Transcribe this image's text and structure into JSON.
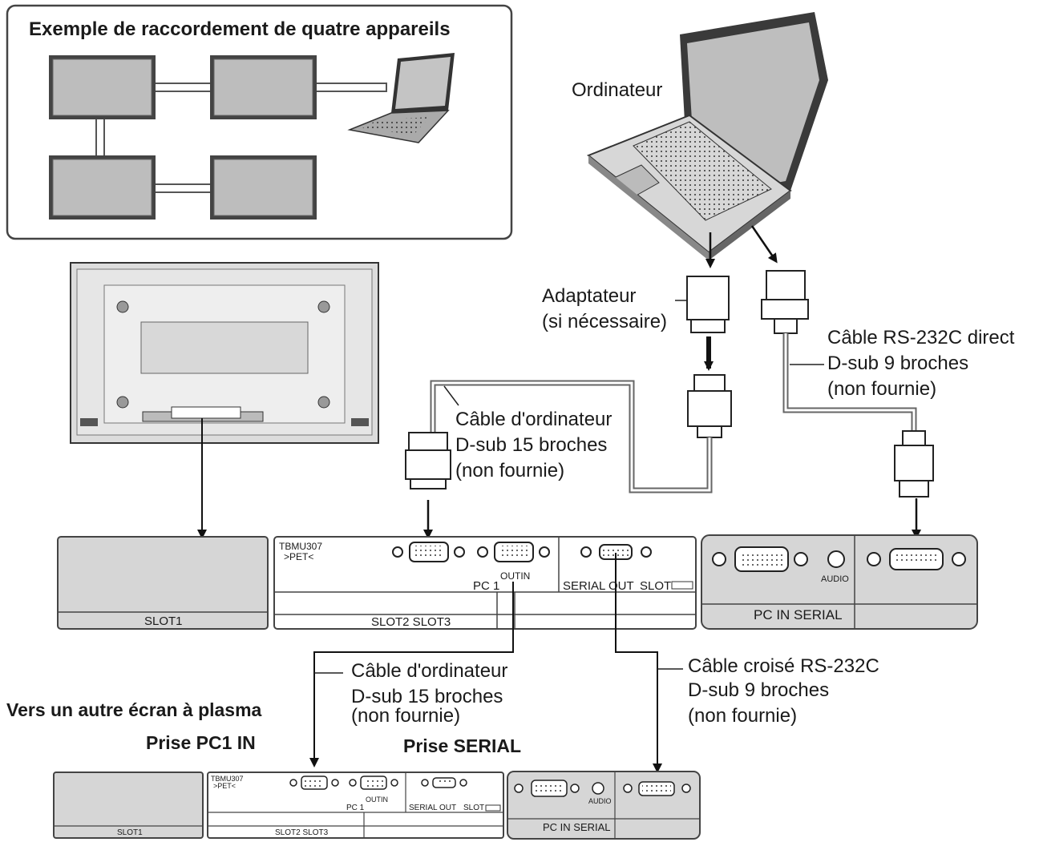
{
  "inset": {
    "title": "Exemple de raccordement de quatre appareils"
  },
  "computer": {
    "label": "Ordinateur"
  },
  "adapter": {
    "line1": "Adaptateur",
    "line2": "(si nécessaire)"
  },
  "rs232_direct": {
    "line1": "Câble RS-232C direct",
    "line2": "D-sub 9 broches",
    "line3": "(non fournie)"
  },
  "pc_cable_top": {
    "line1": "Câble d'ordinateur",
    "line2": "D-sub 15 broches",
    "line3": "(non fournie)"
  },
  "pc_cable_bottom": {
    "line1": "Câble d'ordinateur",
    "line2": "D-sub 15 broches",
    "line3": "(non fournie)"
  },
  "cross_cable": {
    "line1": "Câble croisé RS-232C",
    "line2": "D-sub 9 broches",
    "line3": "(non fournie)"
  },
  "other_display": {
    "label": "Vers un autre écran à plasma"
  },
  "pc1_in_jack": {
    "label": "Prise PC1 IN"
  },
  "serial_jack": {
    "label": "Prise SERIAL"
  },
  "terminal_board": {
    "model_line1": "TBMU307",
    "model_line2": ">PET<",
    "out_in": "OUTIN",
    "pc1": "PC 1",
    "serial_out": "SERIAL OUT",
    "slot": "SLOT",
    "slot1": "SLOT1",
    "slot2_slot3": "SLOT2 SLOT3",
    "pc_in_serial": "PC IN SERIAL",
    "audio": "AUDIO"
  }
}
